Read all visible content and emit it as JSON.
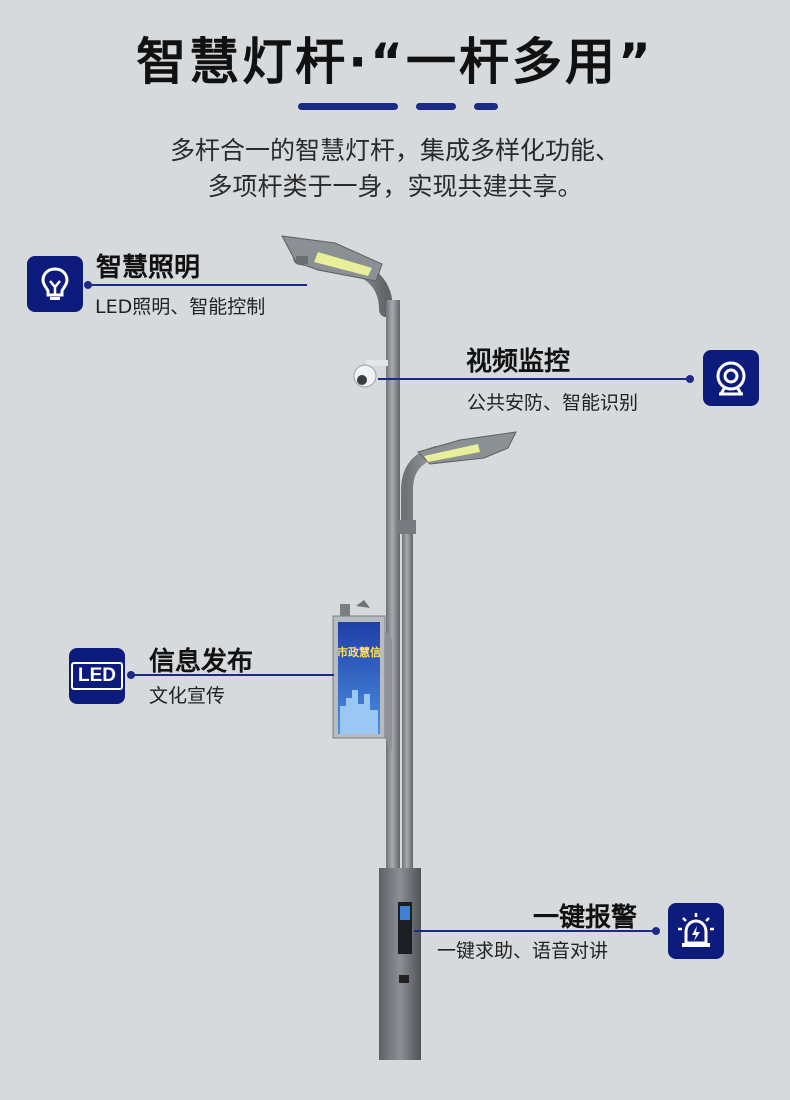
{
  "title": "智慧灯杆·“一杆多用”",
  "subtitle_line1": "多杆合一的智慧灯杆，集成多样化功能、",
  "subtitle_line2": "多项杆类于一身，实现共建共享。",
  "features": [
    {
      "title": "智慧照明",
      "desc": "LED照明、智能控制",
      "icon": "lightbulb-icon"
    },
    {
      "title": "视频监控",
      "desc": "公共安防、智能识别",
      "icon": "camera-icon"
    },
    {
      "title": "信息发布",
      "desc": "文化宣传",
      "icon": "led-icon",
      "icon_text": "LED"
    },
    {
      "title": "一键报警",
      "desc": "一键求助、语音对讲",
      "icon": "alarm-icon"
    }
  ],
  "screen_text": "市政慧信",
  "colors": {
    "accent": "#1d2a86",
    "icon_bg": "#0d1c7c",
    "background": "#d7dadd"
  }
}
